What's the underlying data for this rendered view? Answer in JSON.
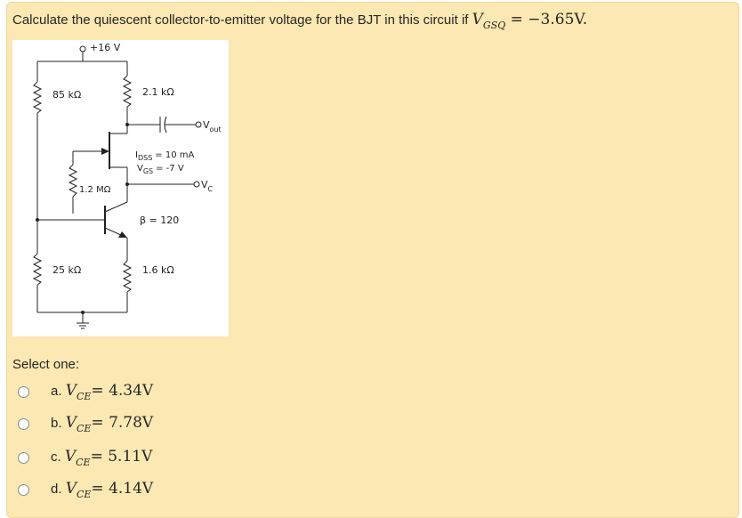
{
  "question": {
    "prefix": "Calculate the quiescent collector-to-emitter voltage for the BJT in this circuit if",
    "var_main": "V",
    "var_sub": "GSQ",
    "var_value": "= −3.65V."
  },
  "circuit": {
    "supply": "+16 V",
    "r1": "85 kΩ",
    "r2": "2.1 kΩ",
    "vout_v": "V",
    "vout_sub": "out",
    "idss_i": "I",
    "idss_sub": "DSS",
    "idss_val": "= 10 mA",
    "vgs_v": "V",
    "vgs_sub": "GS",
    "vgs_val": "= -7 V",
    "vc_v": "V",
    "vc_sub": "C",
    "r_mid": "1.2 MΩ",
    "beta": "β = 120",
    "r3": "25 kΩ",
    "r4": "1.6 kΩ"
  },
  "select_label": "Select one:",
  "options": [
    {
      "letter": "a.",
      "var": "V",
      "sub": "CE",
      "value": "= 4.34V"
    },
    {
      "letter": "b.",
      "var": "V",
      "sub": "CE",
      "value": "= 7.78V"
    },
    {
      "letter": "c.",
      "var": "V",
      "sub": "CE",
      "value": "= 5.11V"
    },
    {
      "letter": "d.",
      "var": "V",
      "sub": "CE",
      "value": "= 4.14V"
    }
  ]
}
